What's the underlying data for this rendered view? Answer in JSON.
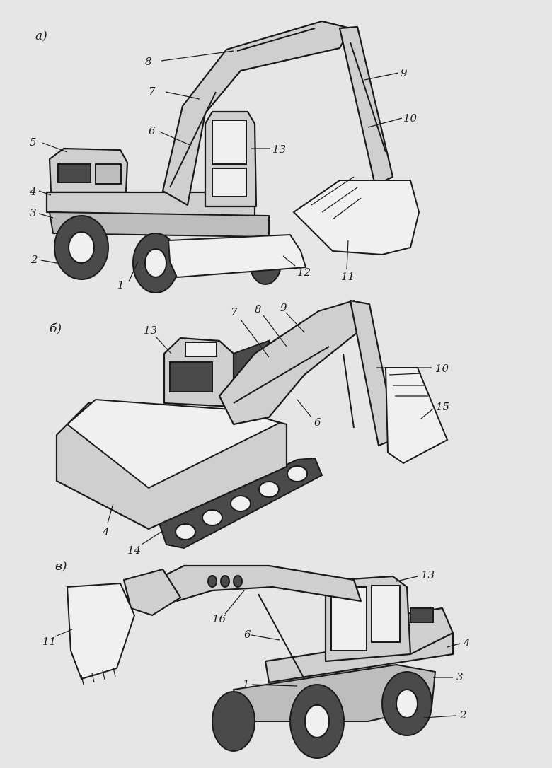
{
  "sections": [
    {
      "id": "a",
      "label": "а)"
    },
    {
      "id": "b",
      "label": "б)"
    },
    {
      "id": "c",
      "label": "в)"
    }
  ],
  "callouts_a": [
    "1",
    "2",
    "3",
    "4",
    "5",
    "6",
    "7",
    "8",
    "9",
    "10",
    "11",
    "12",
    "13"
  ],
  "callouts_b": [
    "4",
    "6",
    "7",
    "8",
    "9",
    "10",
    "13",
    "14",
    "15"
  ],
  "callouts_c": [
    "1",
    "2",
    "3",
    "4",
    "6",
    "11",
    "13",
    "16"
  ]
}
